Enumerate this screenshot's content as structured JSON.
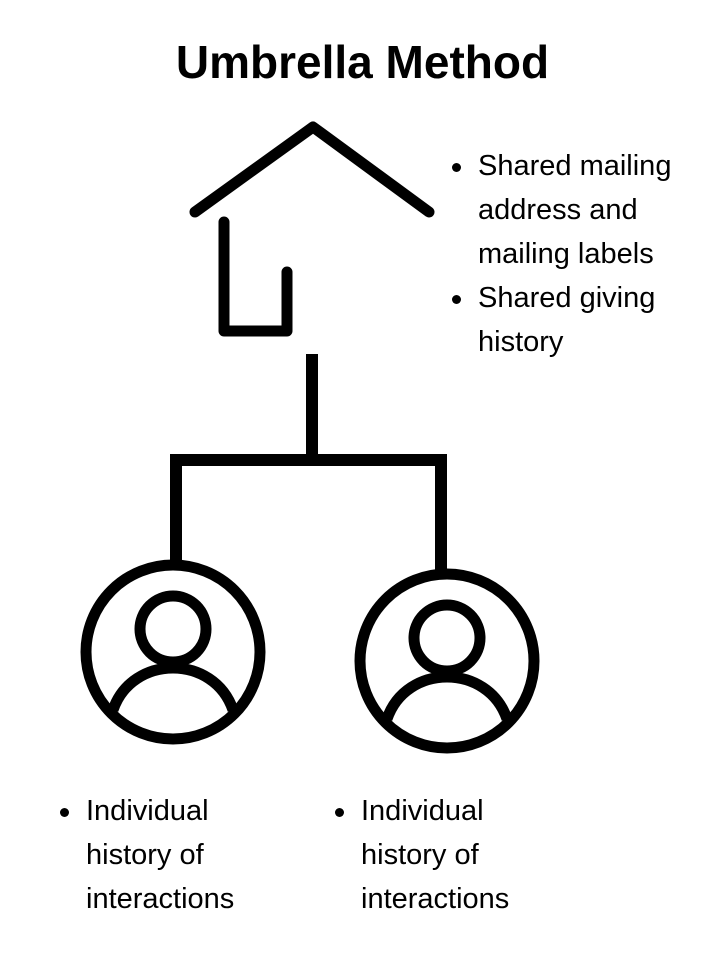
{
  "title": "Umbrella Method",
  "household": {
    "icon": "house-icon",
    "notes": [
      "Shared mailing address and mailing labels",
      "Shared giving history"
    ]
  },
  "members": [
    {
      "icon": "person-icon",
      "notes": [
        "Individual history of interactions"
      ]
    },
    {
      "icon": "person-icon",
      "notes": [
        "Individual history of interactions"
      ]
    }
  ],
  "colors": {
    "stroke": "#000000",
    "background": "#ffffff"
  }
}
